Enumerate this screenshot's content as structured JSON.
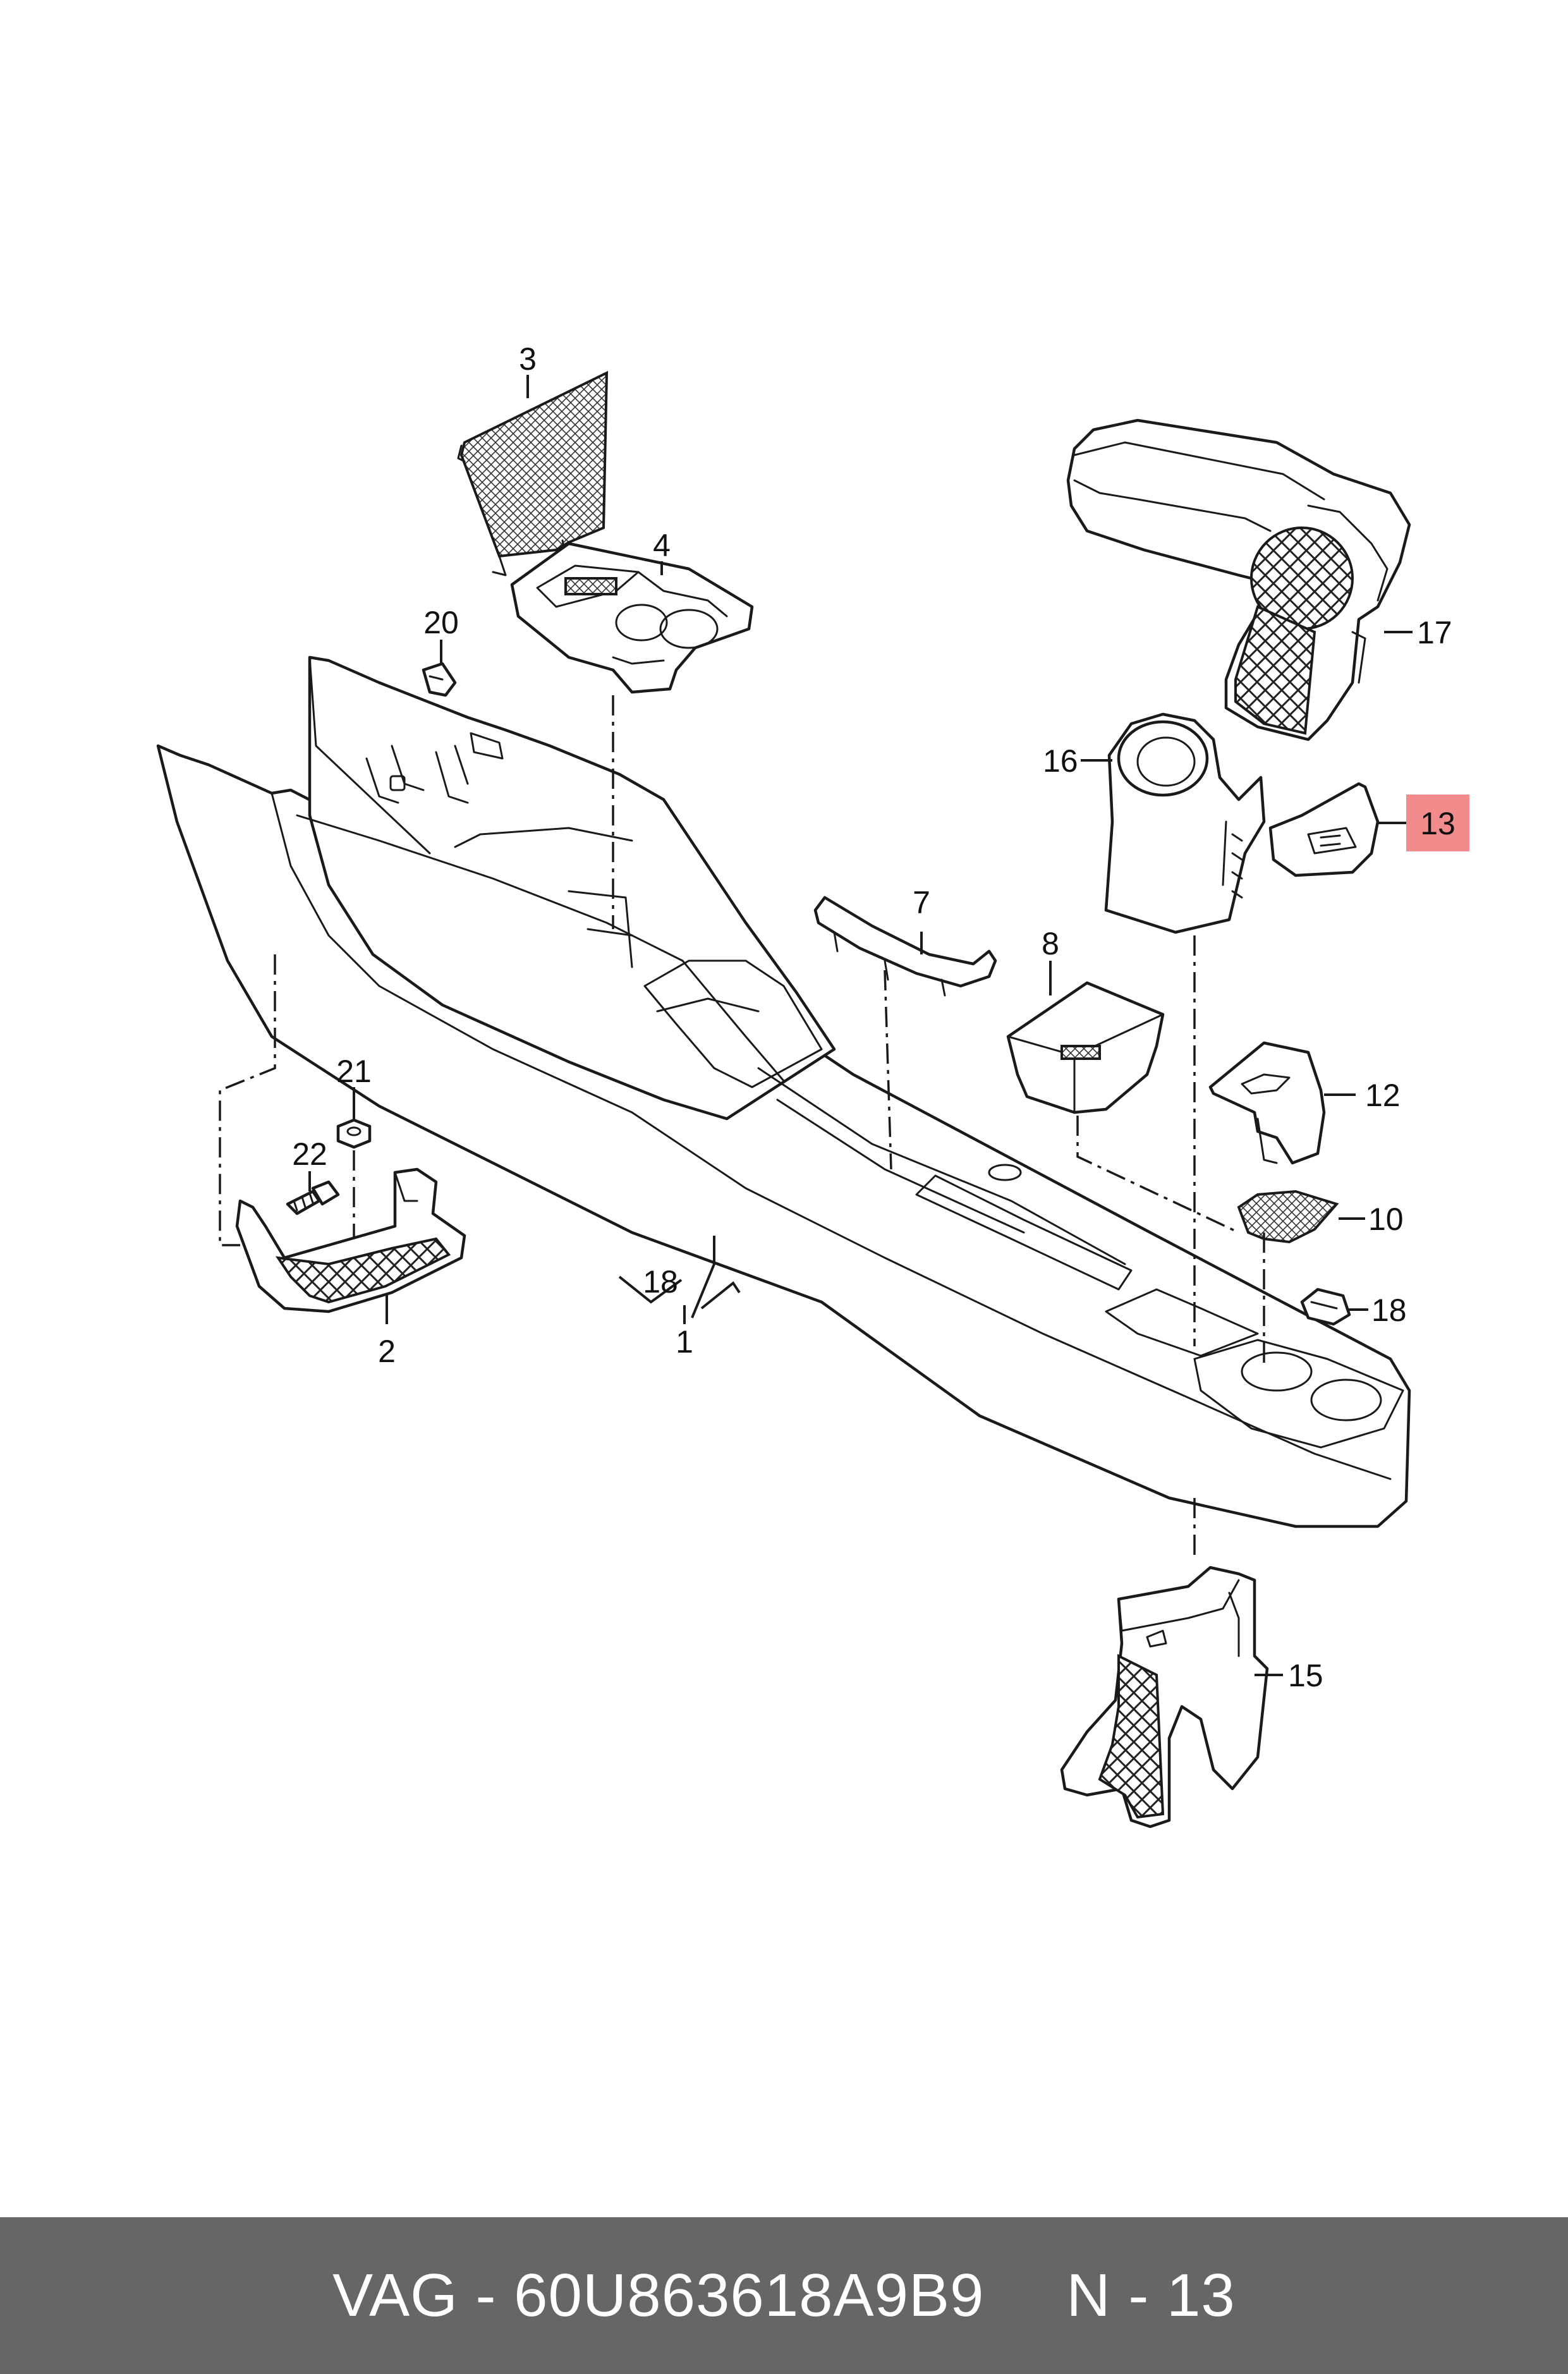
{
  "highlight_color": "#f28b8b",
  "footer_bg": "#666666",
  "callouts": {
    "c1": "1",
    "c2": "2",
    "c3": "3",
    "c4": "4",
    "c7": "7",
    "c8": "8",
    "c10": "10",
    "c12": "12",
    "c13": "13",
    "c15": "15",
    "c16": "16",
    "c17": "17",
    "c18a": "18",
    "c18b": "18",
    "c20": "20",
    "c21": "21",
    "c22": "22"
  },
  "footer": {
    "part_number": "VAG - 60U863618A9B9",
    "position": "N - 13"
  }
}
